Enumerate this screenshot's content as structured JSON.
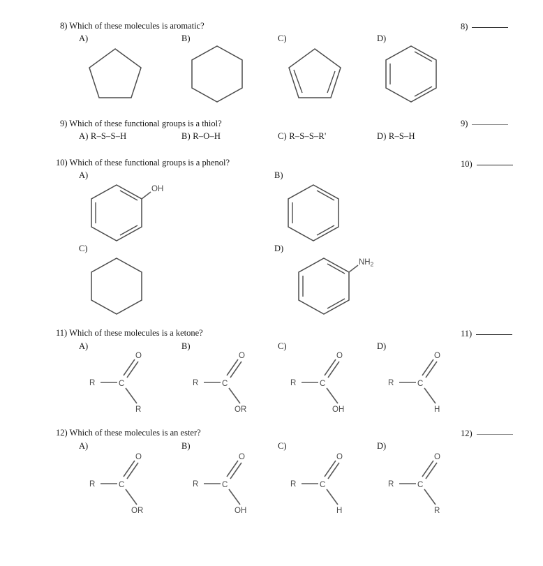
{
  "document": {
    "type": "chemistry-multiple-choice-worksheet",
    "questions": [
      {
        "number": "8)",
        "prompt": "8) Which of these molecules is aromatic?",
        "answer_label": "8)",
        "answer_value": "",
        "option_labels": [
          "A)",
          "B)",
          "C)",
          "D)"
        ],
        "option_structures": [
          "cyclopentane-pentagon",
          "cyclohexane-hexagon",
          "cyclopentadiene",
          "benzene"
        ]
      },
      {
        "number": "9)",
        "prompt": "9) Which of these functional groups is a thiol?",
        "answer_label": "9)",
        "answer_value": "",
        "option_labels": [
          "A)",
          "B)",
          "C)",
          "D)"
        ],
        "option_text": [
          "A) R–S–S–H",
          "B) R–O–H",
          "C) R–S–S–R'",
          "D) R–S–H"
        ]
      },
      {
        "number": "10)",
        "prompt": "10) Which of these functional groups is a phenol?",
        "answer_label": "10)",
        "answer_value": "",
        "option_labels": [
          "A)",
          "B)",
          "C)",
          "D)"
        ],
        "option_structures": [
          "benzene-with-OH",
          "benzene",
          "cyclohexane-hexagon",
          "benzene-with-NH2"
        ],
        "substituents": [
          "OH",
          "",
          "",
          "NH2"
        ]
      },
      {
        "number": "11)",
        "prompt": "11) Which of these molecules is a ketone?",
        "answer_label": "11)",
        "answer_value": "",
        "option_labels": [
          "A)",
          "B)",
          "C)",
          "D)"
        ],
        "carbonyl_left": [
          "R",
          "R",
          "R",
          "R"
        ],
        "carbonyl_top": [
          "O",
          "O",
          "O",
          "O"
        ],
        "carbonyl_right": [
          "R",
          "OR",
          "OH",
          "H"
        ],
        "carbonyl_center": [
          "C",
          "C",
          "C",
          "C"
        ]
      },
      {
        "number": "12)",
        "prompt": "12) Which of these molecules is an ester?",
        "answer_label": "12)",
        "answer_value": "",
        "option_labels": [
          "A)",
          "B)",
          "C)",
          "D)"
        ],
        "carbonyl_left": [
          "R",
          "R",
          "R",
          "R"
        ],
        "carbonyl_top": [
          "O",
          "O",
          "O",
          "O"
        ],
        "carbonyl_right": [
          "OR",
          "OH",
          "H",
          "R"
        ],
        "carbonyl_center": [
          "C",
          "C",
          "C",
          "C"
        ]
      }
    ],
    "colors": {
      "text": "#141414",
      "structure_stroke": "#4c4c4c",
      "atom_label": "#4a4a4a",
      "rule": "#222222",
      "background": "#ffffff"
    }
  }
}
